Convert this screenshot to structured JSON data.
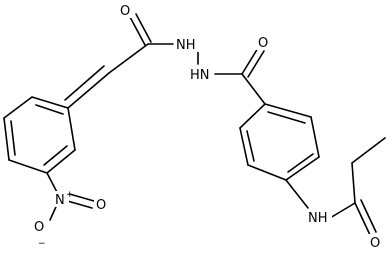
{
  "molecule": {
    "atoms": {
      "o_carbonyl_top": "O",
      "nh_upper": "NH",
      "hn_lower": "HN",
      "o_carbonyl_mid": "O",
      "n_nitro": "N",
      "n_nitro_charge": "+",
      "o_nitro_left": "O",
      "o_nitro_left_charge": "−",
      "o_nitro_right": "O",
      "nh_amide": "NH",
      "o_amide": "O"
    }
  }
}
